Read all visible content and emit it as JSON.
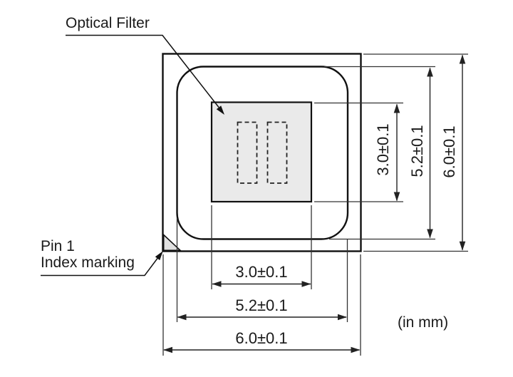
{
  "diagram": {
    "callouts": {
      "optical_filter": "Optical Filter",
      "pin1_line1": "Pin 1",
      "pin1_line2": "Index marking"
    },
    "units_note": "(in mm)",
    "dimensions": {
      "horizontal": [
        {
          "feature": "optical-filter-width",
          "value": "3.0±0.1"
        },
        {
          "feature": "body-top-width",
          "value": "5.2±0.1"
        },
        {
          "feature": "package-width",
          "value": "6.0±0.1"
        }
      ],
      "vertical": [
        {
          "feature": "optical-filter-height",
          "value": "3.0±0.1"
        },
        {
          "feature": "body-top-height",
          "value": "5.2±0.1"
        },
        {
          "feature": "package-height",
          "value": "6.0±0.1"
        }
      ]
    },
    "colors": {
      "line": "#1a1a1a",
      "optical_filter_fill": "#eaeaea",
      "pin_marking_fill": "#e0e0e0",
      "background": "#ffffff"
    }
  }
}
